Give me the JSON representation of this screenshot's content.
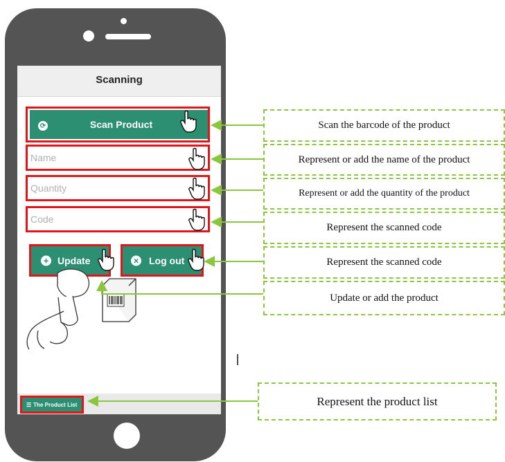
{
  "screen": {
    "title": "Scanning",
    "scan_button": "Scan Product",
    "fields": {
      "name": "Name",
      "quantity": "Quantity",
      "code": "Code"
    },
    "update_button": "Update",
    "logout_button": "Log out",
    "product_list_button": "The Product List",
    "accent_color": "#2d8f72",
    "highlight_color": "#e4141b"
  },
  "annotations": [
    "Scan the barcode of the product",
    "Represent or add the name of the product",
    "Represent or add the quantity of the product",
    "Represent the scanned code",
    "Represent the scanned code",
    "Update or add the product",
    "Represent the product list"
  ],
  "annotation_color": "#8cc63f"
}
